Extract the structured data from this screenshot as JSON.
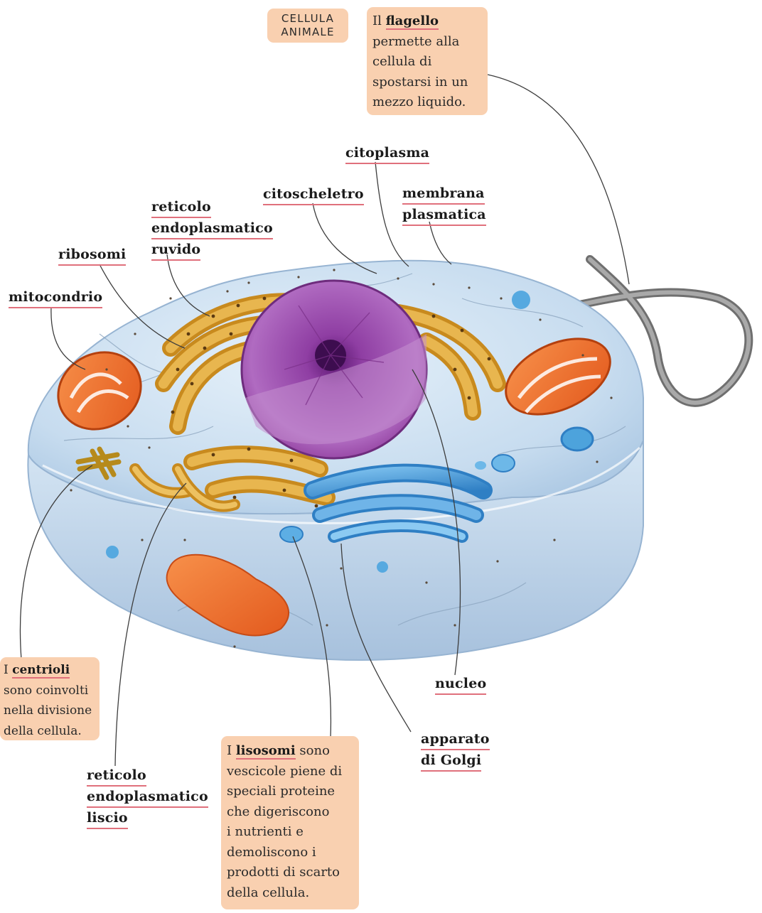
{
  "title_badge": [
    "CELLULA",
    "ANIMALE"
  ],
  "labels": {
    "citoplasma": [
      "citoplasma"
    ],
    "citoscheletro": [
      "citoscheletro"
    ],
    "membrana": [
      "membrana",
      "plasmatica"
    ],
    "rer": [
      "reticolo",
      "endoplasmatico",
      "ruvido"
    ],
    "ribosomi": [
      "ribosomi"
    ],
    "mitocondrio": [
      "mitocondrio"
    ],
    "nucleo": [
      "nucleo"
    ],
    "golgi": [
      "apparato",
      "di Golgi"
    ],
    "rel": [
      "reticolo",
      "endoplasmatico",
      "liscio"
    ]
  },
  "notes": {
    "flagello": {
      "first_line": {
        "pre": "Il ",
        "term": "flagello",
        "post": ""
      },
      "rest": [
        "permette alla",
        "cellula di",
        "spostarsi in un",
        "mezzo liquido."
      ]
    },
    "centrioli": {
      "first_line": {
        "pre": "I ",
        "term": "centrioli",
        "post": ""
      },
      "rest": [
        "sono coinvolti",
        "nella divisione",
        "della cellula."
      ]
    },
    "lisosomi": {
      "first_line": {
        "pre": "I ",
        "term": "lisosomi",
        "post": " sono"
      },
      "rest": [
        "vescicole piene di",
        "speciali proteine",
        "che digeriscono",
        "i nutrienti e",
        "demoliscono i",
        "prodotti di scarto",
        "della cellula."
      ]
    }
  },
  "colors": {
    "note_bg": "#f9d0b0",
    "underline": "#e0707c",
    "cell_body": "#cfe3f3",
    "nucleus": "#9c3fa0",
    "reticulum": "#d9a43a",
    "mitochondrion": "#ee6a2a",
    "golgi": "#3f93d6"
  }
}
